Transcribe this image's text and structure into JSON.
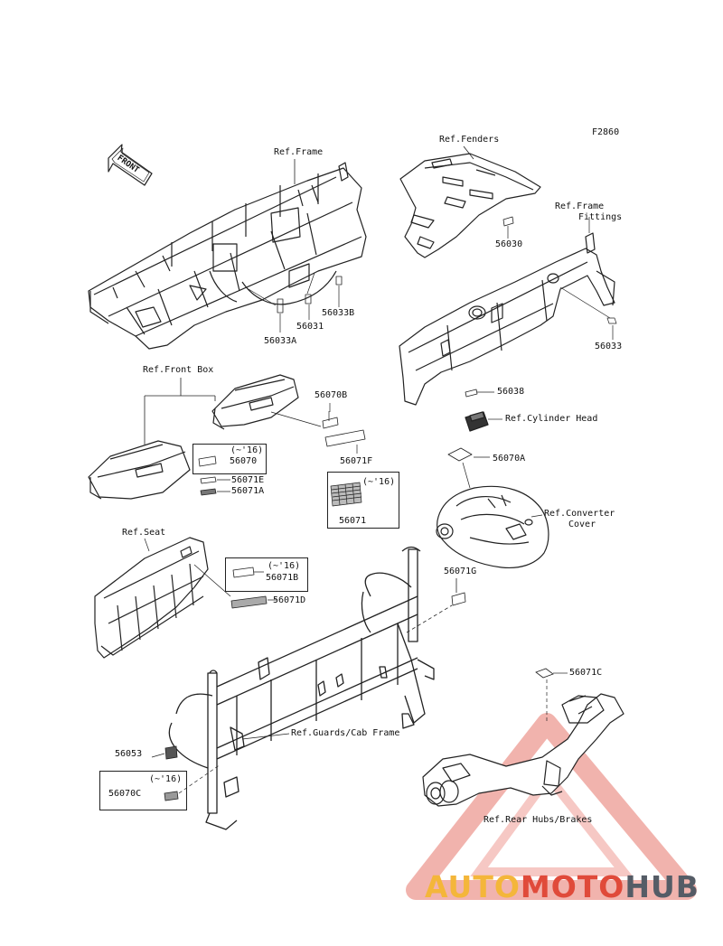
{
  "figure_code": "F2860",
  "front_arrow": "FRONT",
  "refs": {
    "frame": "Ref.Frame",
    "fenders": "Ref.Fenders",
    "frame_fittings_1": "Ref.Frame",
    "frame_fittings_2": "Fittings",
    "front_box": "Ref.Front Box",
    "cylinder_head": "Ref.Cylinder Head",
    "converter_1": "Ref.Converter",
    "converter_2": "Cover",
    "seat": "Ref.Seat",
    "guards": "Ref.Guards/Cab Frame",
    "rear_hubs": "Ref.Rear Hubs/Brakes"
  },
  "parts": {
    "p56033B": "56033B",
    "p56031": "56031",
    "p56033A": "56033A",
    "p56030": "56030",
    "p56033": "56033",
    "p56038": "56038",
    "p56070B": "56070B",
    "p56071F": "56071F",
    "p56070": "56070",
    "p56071E": "56071E",
    "p56071A": "56071A",
    "p56071": "56071",
    "p56070A": "56070A",
    "p56071B": "56071B",
    "p56071D": "56071D",
    "p56071G": "56071G",
    "p56071C": "56071C",
    "p56053": "56053",
    "p56070C": "56070C"
  },
  "notes": {
    "n1": "(~'16)",
    "n2": "(~'16)",
    "n3": "(~'16)",
    "n4": "(~'16)"
  },
  "watermark": {
    "part1": "AUTO",
    "part2": "MOTO",
    "part3": "HUB"
  },
  "colors": {
    "line": "#222222",
    "watermark_red": "#e04a3a",
    "watermark_yellow": "#f4b63a",
    "watermark_gray": "#555c66"
  }
}
